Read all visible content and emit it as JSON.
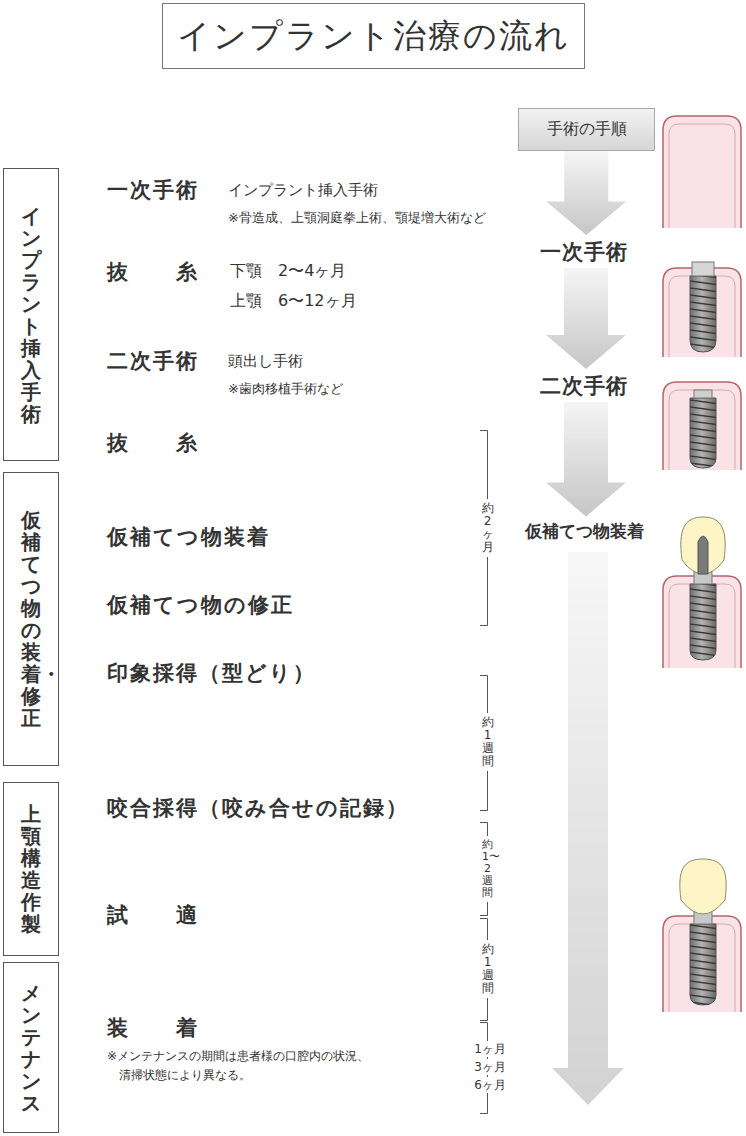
{
  "diagram": {
    "title": "インプラント治療の流れ",
    "nodes": [
      {
        "text": [
          "インプラント挿入手術"
        ]
      },
      {
        "text": [
          "仮補てつ物の装着・修正"
        ]
      },
      {
        "text": [
          "上顎構造作製"
        ]
      },
      {
        "text": [
          "メンテナンス"
        ]
      },
      {
        "text": [
          "手術の手順"
        ]
      },
      {
        "text": [
          "一次手術"
        ]
      },
      {
        "text": [
          "二次手術"
        ]
      },
      {
        "text": [
          "仮補てつ物装着"
        ]
      }
    ],
    "edges": [
      {
        "from": 4,
        "to": 5,
        "arrow": "to"
      },
      {
        "from": 5,
        "to": 6,
        "arrow": "to"
      },
      {
        "from": 6,
        "to": 7,
        "arrow": "to"
      }
    ],
    "labels": [
      "一次手術",
      "インプラント挿入手術",
      "※骨造成、上顎洞庭拳上術、顎堤増大術など",
      "抜　　糸",
      "下顎　2〜4ヶ月",
      "上顎　6〜12ヶ月",
      "二次手術",
      "頭出し手術",
      "※歯肉移植手術など",
      "抜　　糸",
      "仮補てつ物装着",
      "仮補てつ物の修正",
      "印象採得（型どり）",
      "咬合採得（咬み合せの記録）",
      "試　　適",
      "装　　着",
      "※メンテナンスの期間は患者様の口腔内の状況、 清掃状態により異なる。",
      "約2ヶ月",
      "約1週間",
      "約1〜2週間",
      "約1週間",
      "1ヶ月",
      "3ヶ月",
      "6ヶ月"
    ]
  }
}
